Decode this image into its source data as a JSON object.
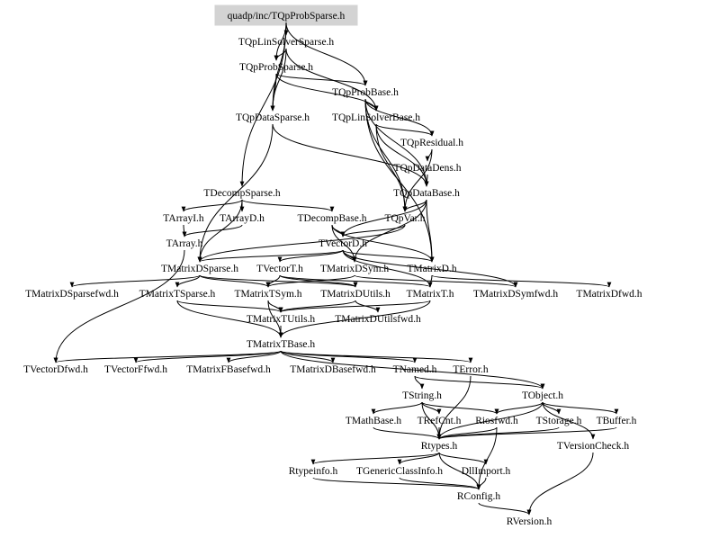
{
  "graph": {
    "root": "quadp/inc/TQpProbSparse.h",
    "nodes": {
      "root": "quadp/inc/TQpProbSparse.h",
      "lss": "TQpLinSolverSparse.h",
      "tps": "TQpProbSparse.h",
      "pb": "TQpProbBase.h",
      "ds": "TQpDataSparse.h",
      "lsb": "TQpLinSolverBase.h",
      "res": "TQpResidual.h",
      "dd": "TQpDataDens.h",
      "db": "TQpDataBase.h",
      "dsp": "TDecompSparse.h",
      "ai": "TArrayI.h",
      "ad": "TArrayD.h",
      "dbase": "TDecompBase.h",
      "var": "TQpVar.h",
      "arr": "TArray.h",
      "vd": "TVectorD.h",
      "mdsp": "TMatrixDSparse.h",
      "vt": "TVectorT.h",
      "mdsym": "TMatrixDSym.h",
      "md": "TMatrixD.h",
      "mdspf": "TMatrixDSparsefwd.h",
      "mtsp": "TMatrixTSparse.h",
      "mtsym": "TMatrixTSym.h",
      "mdu": "TMatrixDUtils.h",
      "mt": "TMatrixT.h",
      "mdsymf": "TMatrixDSymfwd.h",
      "mdf": "TMatrixDfwd.h",
      "mtu": "TMatrixTUtils.h",
      "mduf": "TMatrixDUtilsfwd.h",
      "mtb": "TMatrixTBase.h",
      "vdf": "TVectorDfwd.h",
      "vff": "TVectorFfwd.h",
      "mfbf": "TMatrixFBasefwd.h",
      "mdbf": "TMatrixDBasefwd.h",
      "named": "TNamed.h",
      "err": "TError.h",
      "str": "TString.h",
      "obj": "TObject.h",
      "mb": "TMathBase.h",
      "rc": "TRefCnt.h",
      "rios": "Riosfwd.h",
      "stor": "TStorage.h",
      "buf": "TBuffer.h",
      "rt": "Rtypes.h",
      "vc": "TVersionCheck.h",
      "rti": "Rtypeinfo.h",
      "gci": "TGenericClassInfo.h",
      "dll": "DllImport.h",
      "rcfg": "RConfig.h",
      "rver": "RVersion.h"
    },
    "edges": [
      [
        "root",
        "lss"
      ],
      [
        "root",
        "tps"
      ],
      [
        "root",
        "pb"
      ],
      [
        "root",
        "ds"
      ],
      [
        "root",
        "dsp"
      ],
      [
        "lss",
        "tps"
      ],
      [
        "lss",
        "lsb"
      ],
      [
        "lss",
        "ds"
      ],
      [
        "tps",
        "pb"
      ],
      [
        "tps",
        "ds"
      ],
      [
        "tps",
        "lsb"
      ],
      [
        "pb",
        "lsb"
      ],
      [
        "pb",
        "res"
      ],
      [
        "pb",
        "db"
      ],
      [
        "pb",
        "var"
      ],
      [
        "pb",
        "md"
      ],
      [
        "ds",
        "db"
      ],
      [
        "ds",
        "mdsp"
      ],
      [
        "lsb",
        "res"
      ],
      [
        "lsb",
        "var"
      ],
      [
        "lsb",
        "db"
      ],
      [
        "res",
        "dd"
      ],
      [
        "res",
        "var"
      ],
      [
        "dd",
        "db"
      ],
      [
        "db",
        "var"
      ],
      [
        "db",
        "vd"
      ],
      [
        "db",
        "mdsym"
      ],
      [
        "db",
        "md"
      ],
      [
        "var",
        "vd"
      ],
      [
        "var",
        "mdsp"
      ],
      [
        "dsp",
        "ai"
      ],
      [
        "dsp",
        "ad"
      ],
      [
        "dsp",
        "dbase"
      ],
      [
        "dsp",
        "mdsp"
      ],
      [
        "ai",
        "arr"
      ],
      [
        "ad",
        "arr"
      ],
      [
        "dbase",
        "vd"
      ],
      [
        "dbase",
        "md"
      ],
      [
        "dbase",
        "mdsym"
      ],
      [
        "arr",
        "vdf"
      ],
      [
        "vd",
        "vt"
      ],
      [
        "vd",
        "mdsp"
      ],
      [
        "vd",
        "mdsym"
      ],
      [
        "vd",
        "md"
      ],
      [
        "vd",
        "mt"
      ],
      [
        "vd",
        "mdsymf"
      ],
      [
        "mdsp",
        "mdspf"
      ],
      [
        "mdsp",
        "mtsp"
      ],
      [
        "mdsp",
        "mtsym"
      ],
      [
        "mdsp",
        "mdu"
      ],
      [
        "vt",
        "mtsym"
      ],
      [
        "vt",
        "mdu"
      ],
      [
        "vt",
        "mt"
      ],
      [
        "mdsym",
        "mtsym"
      ],
      [
        "mdsym",
        "mdsymf"
      ],
      [
        "md",
        "mt"
      ],
      [
        "md",
        "mdf"
      ],
      [
        "mtsp",
        "mtu"
      ],
      [
        "mtsp",
        "mtb"
      ],
      [
        "mtsym",
        "mtu"
      ],
      [
        "mtsym",
        "mtb"
      ],
      [
        "mdu",
        "mduf"
      ],
      [
        "mdu",
        "mtu"
      ],
      [
        "mt",
        "mtb"
      ],
      [
        "mt",
        "mtu"
      ],
      [
        "mtu",
        "mtb"
      ],
      [
        "mtb",
        "vdf"
      ],
      [
        "mtb",
        "vff"
      ],
      [
        "mtb",
        "mfbf"
      ],
      [
        "mtb",
        "mdbf"
      ],
      [
        "mtb",
        "named"
      ],
      [
        "mtb",
        "err"
      ],
      [
        "mtb",
        "obj"
      ],
      [
        "named",
        "str"
      ],
      [
        "named",
        "obj"
      ],
      [
        "err",
        "rt"
      ],
      [
        "str",
        "mb"
      ],
      [
        "str",
        "rc"
      ],
      [
        "str",
        "rios"
      ],
      [
        "str",
        "rt"
      ],
      [
        "obj",
        "stor"
      ],
      [
        "obj",
        "buf"
      ],
      [
        "obj",
        "rt"
      ],
      [
        "obj",
        "vc"
      ],
      [
        "obj",
        "rios"
      ],
      [
        "mb",
        "rt"
      ],
      [
        "rc",
        "rt"
      ],
      [
        "rios",
        "rt"
      ],
      [
        "stor",
        "rt"
      ],
      [
        "buf",
        "rt"
      ],
      [
        "rt",
        "rti"
      ],
      [
        "rt",
        "gci"
      ],
      [
        "rt",
        "dll"
      ],
      [
        "rt",
        "rcfg"
      ],
      [
        "rti",
        "rcfg"
      ],
      [
        "gci",
        "rcfg"
      ],
      [
        "dll",
        "rcfg"
      ],
      [
        "vc",
        "rver"
      ],
      [
        "rcfg",
        "rver"
      ],
      [
        "rios",
        "rcfg"
      ]
    ]
  }
}
